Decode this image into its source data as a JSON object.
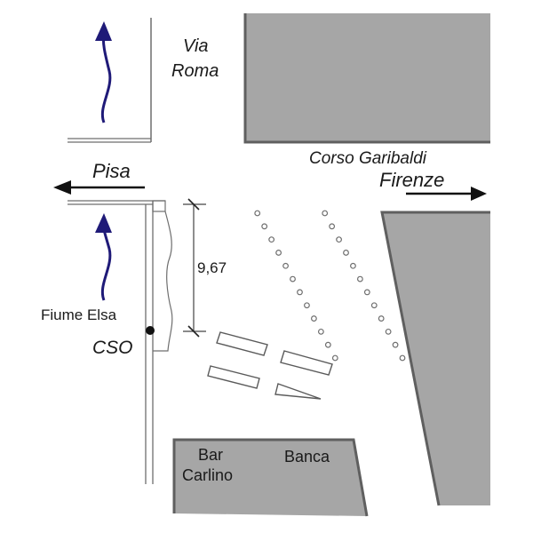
{
  "labels": {
    "street_via_roma_1": "Via",
    "street_via_roma_2": "Roma",
    "street_corso": "Corso Garibaldi",
    "direction_left": "Pisa",
    "direction_right": "Firenze",
    "river": "Fiume Elsa",
    "cso": "CSO",
    "dimension": "9,67",
    "bar_1": "Bar",
    "bar_2": "Carlino",
    "bank": "Banca"
  },
  "colors": {
    "building_fill": "#a6a6a6",
    "building_edge": "#5f5f5f",
    "river_arrow": "#1f1a78",
    "line": "#6e6e6e"
  },
  "poles": {
    "row_count": 2,
    "per_row": 12
  }
}
